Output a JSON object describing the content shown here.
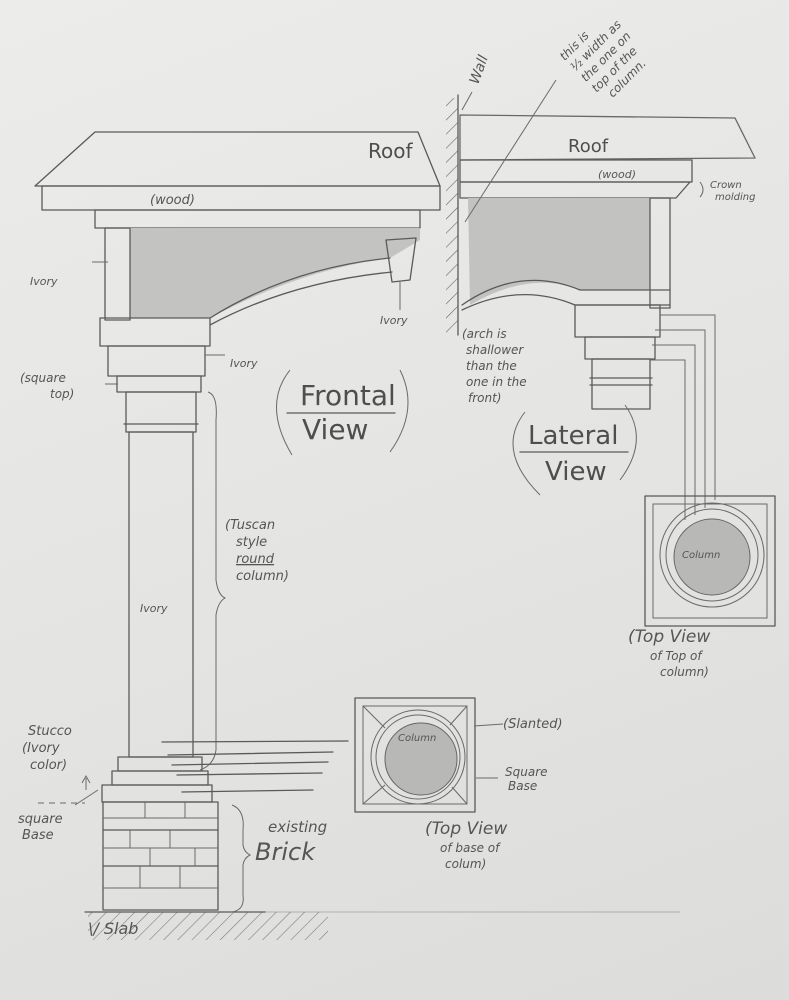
{
  "labels": {
    "roof_frontal": "Roof",
    "wood_frontal": "(wood)",
    "ivory_left": "Ivory",
    "ivory_keystone": "Ivory",
    "ivory_capital": "Ivory",
    "square_top": [
      "(square",
      "top)"
    ],
    "frontal_view": [
      "Frontal",
      "View"
    ],
    "tuscan": [
      "(Tuscan",
      "style",
      "round",
      "column)"
    ],
    "ivory_shaft": "Ivory",
    "stucco": [
      "Stucco",
      "(Ivory",
      "color)"
    ],
    "square_base_left": [
      "square",
      "Base"
    ],
    "existing_brick": [
      "existing",
      "Brick"
    ],
    "slab": "\\/ Slab",
    "wall": "Wall",
    "width_note": [
      "this is",
      "½ width as",
      "the one on",
      "top of the",
      "column."
    ],
    "roof_lateral": "Roof",
    "wood_lateral": "(wood)",
    "crown_molding": [
      "Crown",
      "molding"
    ],
    "arch_note": [
      "(arch is",
      "shallower",
      "than the",
      "one in the",
      "front)"
    ],
    "lateral_view": [
      "Lateral",
      "View"
    ],
    "column_top": "Column",
    "top_view_top": [
      "(Top View",
      "of Top of",
      "column)"
    ],
    "column_base": "Column",
    "slanted": "(Slanted)",
    "square_base_right": [
      "Square",
      "Base"
    ],
    "top_view_base": [
      "(Top View",
      "of base of",
      "colum)"
    ]
  },
  "colors": {
    "paper": "#e6e6e4",
    "pencil": "#5a5a5a",
    "shade": "#bdbdbb"
  }
}
